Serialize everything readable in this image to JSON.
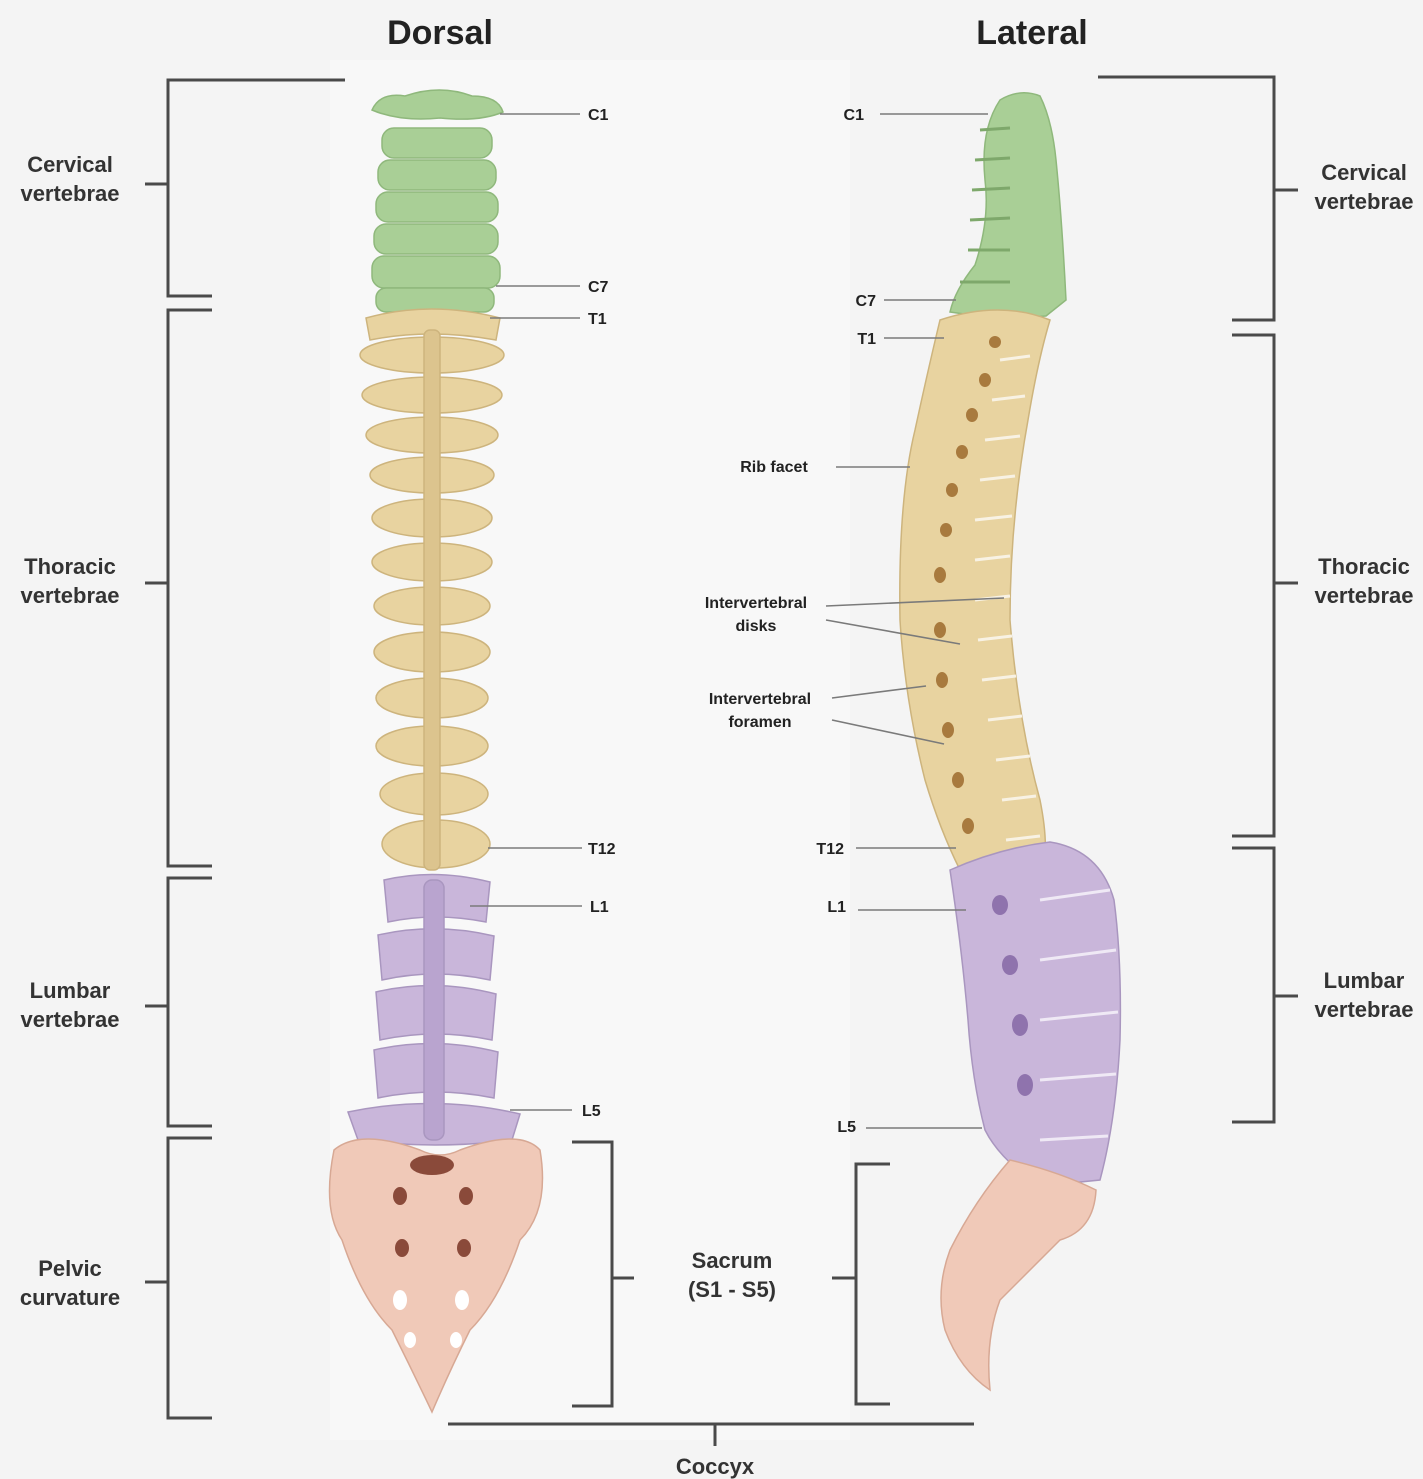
{
  "titles": {
    "dorsal": "Dorsal",
    "lateral": "Lateral"
  },
  "left_regions": {
    "cervical": [
      "Cervical",
      "vertebrae"
    ],
    "thoracic": [
      "Thoracic",
      "vertebrae"
    ],
    "lumbar": [
      "Lumbar",
      "vertebrae"
    ],
    "pelvic": [
      "Pelvic",
      "curvature"
    ]
  },
  "right_regions": {
    "cervical": [
      "Cervical",
      "vertebrae"
    ],
    "thoracic": [
      "Thoracic",
      "vertebrae"
    ],
    "lumbar": [
      "Lumbar",
      "vertebrae"
    ]
  },
  "dorsal_points": {
    "c1": "C1",
    "c7": "C7",
    "t1": "T1",
    "t12": "T12",
    "l1": "L1",
    "l5": "L5"
  },
  "lateral_points": {
    "c1": "C1",
    "c7": "C7",
    "t1": "T1",
    "t12": "T12",
    "l1": "L1",
    "l5": "L5"
  },
  "annotations": {
    "rib_facet": "Rib facet",
    "intervertebral_disks": [
      "Intervertebral",
      "disks"
    ],
    "intervertebral_foramen": [
      "Intervertebral",
      "foramen"
    ]
  },
  "sacrum": [
    "Sacrum",
    "(S1 - S5)"
  ],
  "coccyx": "Coccyx",
  "colors": {
    "cervical": "#a9cf96",
    "thoracic": "#e8d3a0",
    "lumbar": "#c9b6da",
    "sacrum": "#f0c9b8",
    "background": "#f4f4f4"
  }
}
